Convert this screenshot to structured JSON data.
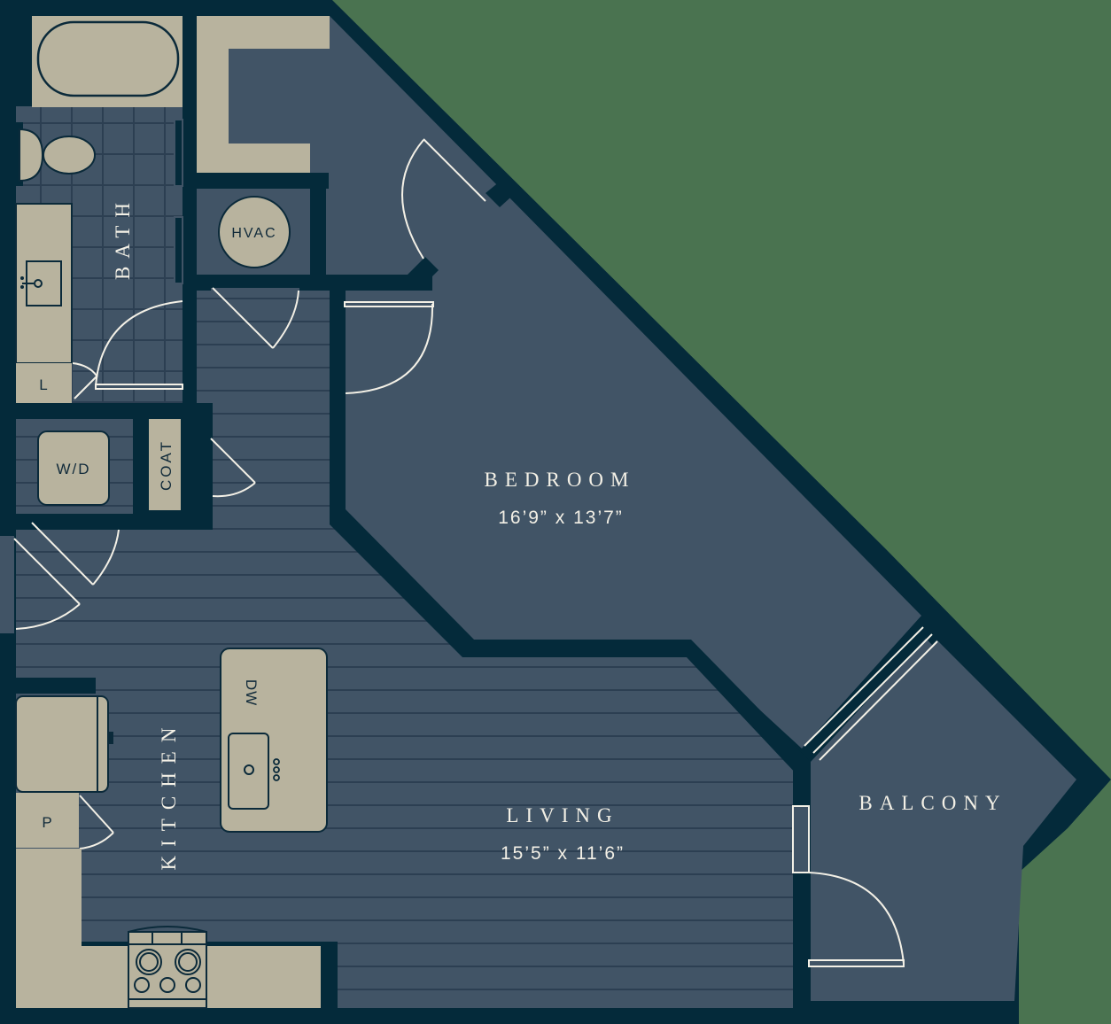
{
  "colors": {
    "background": "#4a7350",
    "wall": "#042a3a",
    "floor": "#415466",
    "floor_line": "#2c3f52",
    "fixture": "#b8b39e",
    "label_text": "#f3f0e6",
    "fixture_text": "#102a3a"
  },
  "rooms": {
    "bedroom": {
      "name": "BEDROOM",
      "dimensions": "16’9” x 13’7”"
    },
    "living": {
      "name": "LIVING",
      "dimensions": "15’5” x 11’6”"
    },
    "kitchen": {
      "name": "KITCHEN"
    },
    "bath": {
      "name": "BATH"
    },
    "balcony": {
      "name": "BALCONY"
    }
  },
  "fixtures": {
    "hvac": "HVAC",
    "washer_dryer": "W/D",
    "coat": "COAT",
    "linen": "L",
    "pantry": "P",
    "dishwasher": "DW"
  }
}
